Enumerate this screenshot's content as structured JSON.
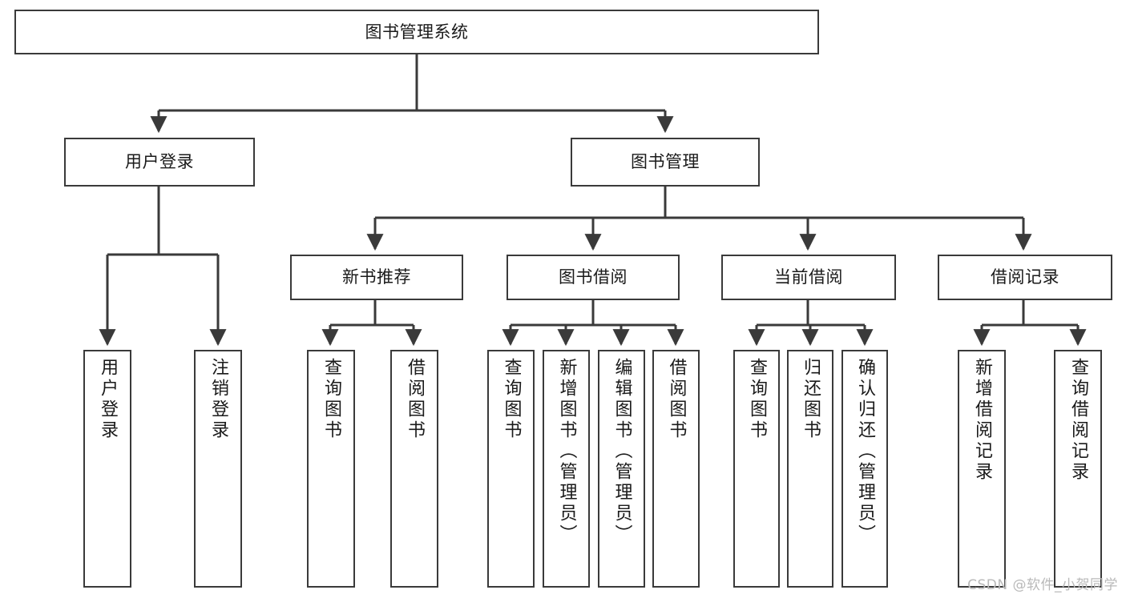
{
  "diagram": {
    "title": "图书管理系统",
    "watermark": "CSDN @软件_小贺同学",
    "stroke_color": "#3a3a3a",
    "background_color": "#ffffff",
    "nodes": {
      "root": "图书管理系统",
      "level2": {
        "user_login": "用户登录",
        "book_manage": "图书管理"
      },
      "level3": {
        "new_book_rec": "新书推荐",
        "book_borrow": "图书借阅",
        "current_borrow": "当前借阅",
        "borrow_record": "借阅记录"
      },
      "leaves": {
        "user_login_1": "用户登录",
        "user_login_2": "注销登录",
        "new_book_rec_1": "查询图书",
        "new_book_rec_2": "借阅图书",
        "book_borrow_1": "查询图书",
        "book_borrow_2": "新增图书（管理员）",
        "book_borrow_3": "编辑图书（管理员）",
        "book_borrow_4": "借阅图书",
        "current_borrow_1": "查询图书",
        "current_borrow_2": "归还图书",
        "current_borrow_3": "确认归还（管理员）",
        "borrow_record_1": "新增借阅记录",
        "borrow_record_2": "查询借阅记录"
      }
    }
  }
}
